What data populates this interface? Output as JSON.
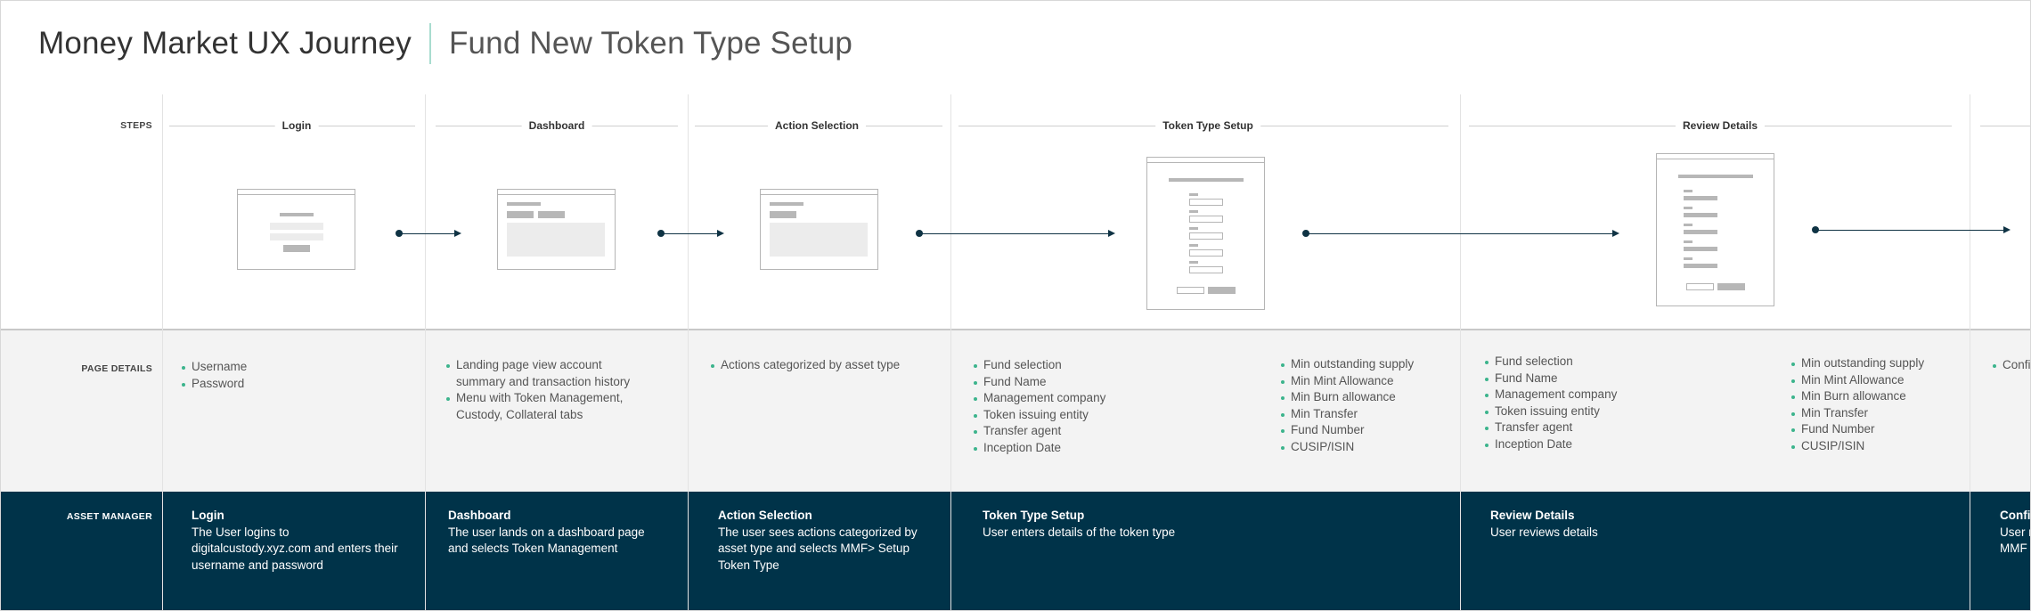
{
  "header": {
    "title": "Money Market UX Journey",
    "subtitle": "Fund New Token Type Setup"
  },
  "row_labels": {
    "steps": "STEPS",
    "page_details": "PAGE DETAILS",
    "asset_manager": "ASSET MANAGER"
  },
  "steps": [
    {
      "name": "Login",
      "details": [
        "Username",
        "Password"
      ],
      "details_right": [],
      "am_title": "Login",
      "am_text": [
        "The User logins to",
        "digitalcustody.xyz.com and enters their",
        "username and password"
      ]
    },
    {
      "name": "Dashboard",
      "details": [
        "Landing page view account",
        "summary and transaction history",
        "Menu with Token Management,",
        "Custody, Collateral tabs"
      ],
      "details_right": [],
      "am_title": "Dashboard",
      "am_text": [
        "The user lands on a dashboard page",
        "and selects Token Management"
      ]
    },
    {
      "name": "Action Selection",
      "details": [
        "Actions categorized by asset type"
      ],
      "details_right": [],
      "am_title": "Action Selection",
      "am_text": [
        "The user sees actions categorized by",
        "asset type and selects MMF> Setup",
        "Token Type"
      ]
    },
    {
      "name": "Token Type Setup",
      "details": [
        "Fund selection",
        "Fund Name",
        "Management company",
        "Token issuing entity",
        "Transfer agent",
        "Inception Date"
      ],
      "details_right": [
        "Min outstanding supply",
        "Min Mint Allowance",
        "Min Burn allowance",
        "Min Transfer",
        "Fund Number",
        "CUSIP/ISIN"
      ],
      "am_title": "Token Type Setup",
      "am_text": [
        "User enters details of the token type"
      ]
    },
    {
      "name": "Review Details",
      "details": [
        "Fund selection",
        "Fund Name",
        "Management company",
        "Token issuing entity",
        "Transfer agent",
        "Inception Date"
      ],
      "details_right": [
        "Min outstanding supply",
        "Min Mint Allowance",
        "Min Burn allowance",
        "Min Transfer",
        "Fund Number",
        "CUSIP/ISIN"
      ],
      "am_title": "Review Details",
      "am_text": [
        "User reviews details"
      ]
    },
    {
      "name": "",
      "details": [
        "Confir"
      ],
      "details_right": [],
      "am_title": "Confir",
      "am_text": [
        "User r",
        "MMF t"
      ]
    }
  ],
  "colors": {
    "accent": "#3cb48c",
    "divider": "#a8dccf",
    "asset_band": "#003349",
    "details_band": "#f3f3f3",
    "connector": "#0f3344"
  }
}
